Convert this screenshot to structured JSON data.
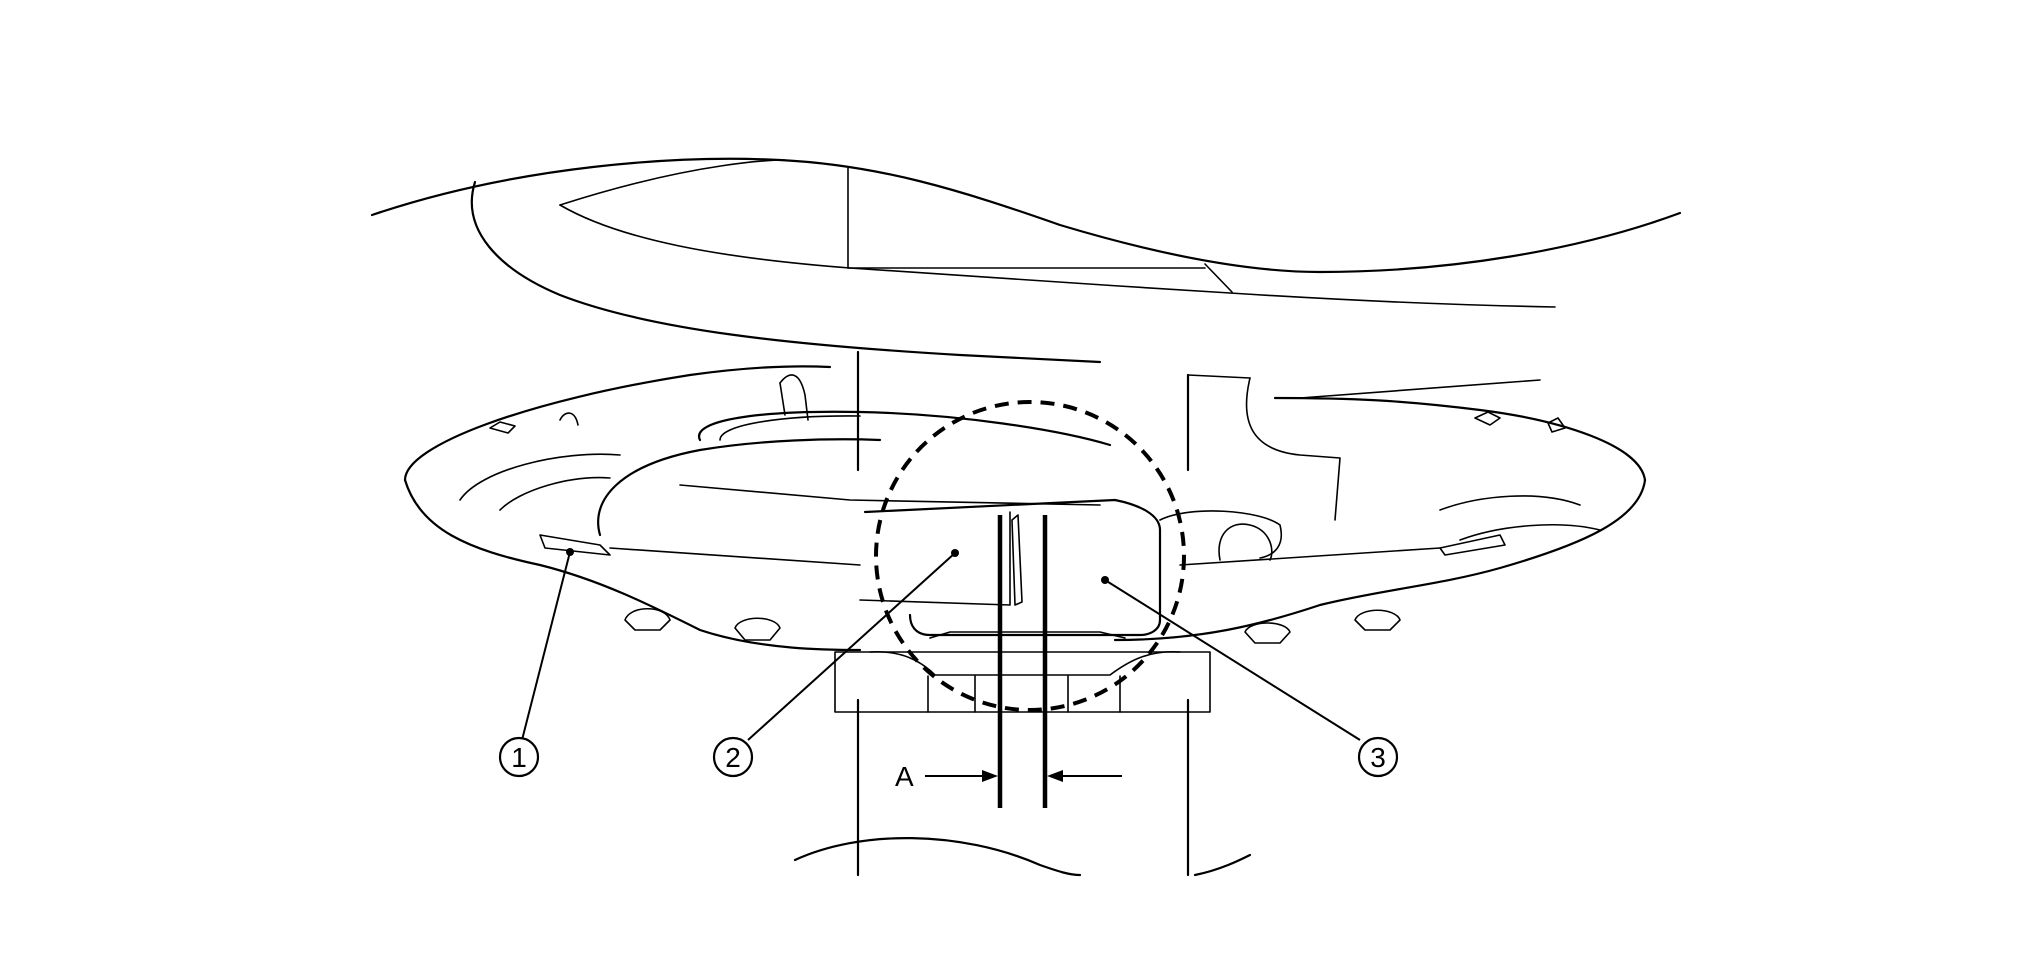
{
  "callouts": [
    {
      "id": "1",
      "label": "1"
    },
    {
      "id": "2",
      "label": "2"
    },
    {
      "id": "3",
      "label": "3"
    }
  ],
  "dimension": {
    "label": "A"
  },
  "colors": {
    "line": "#000000",
    "background": "#ffffff"
  }
}
